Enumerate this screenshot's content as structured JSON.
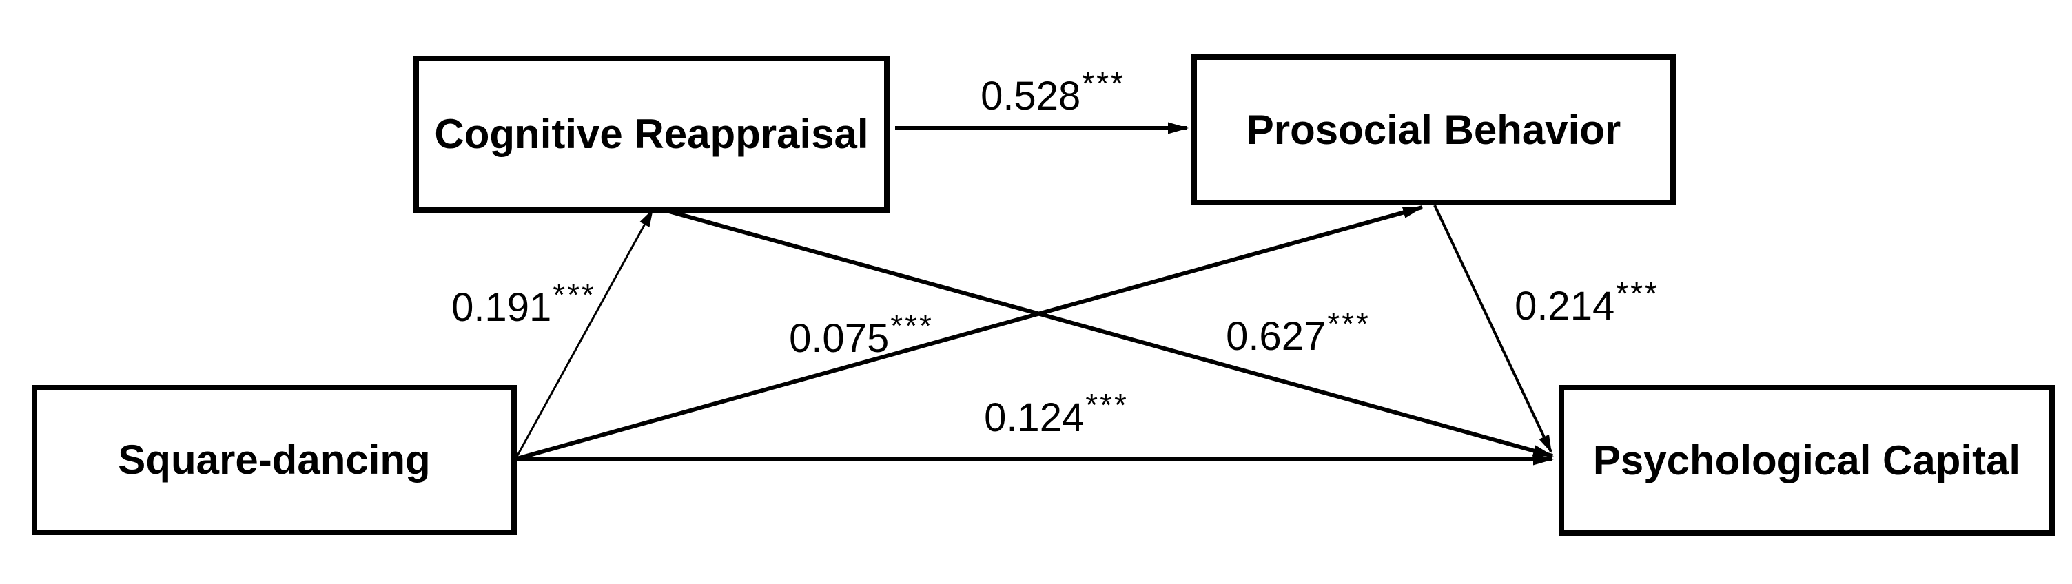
{
  "figure": {
    "type": "path-model-diagram",
    "background_color": "#ffffff",
    "line_color": "#000000"
  },
  "nodes": [
    {
      "id": "square-dancing",
      "label": "Square-dancing"
    },
    {
      "id": "cognitive-reappraisal",
      "label": "Cognitive Reappraisal"
    },
    {
      "id": "prosocial-behavior",
      "label": "Prosocial Behavior"
    },
    {
      "id": "psychological-capital",
      "label": "Psychological Capital"
    }
  ],
  "edges": [
    {
      "from": "Cognitive Reappraisal",
      "to": "Prosocial Behavior",
      "coefficient": "0.528",
      "significance": "***"
    },
    {
      "from": "Square-dancing",
      "to": "Cognitive Reappraisal",
      "coefficient": "0.191",
      "significance": "***"
    },
    {
      "from": "Square-dancing",
      "to": "Prosocial Behavior",
      "coefficient": "0.075",
      "significance": "***"
    },
    {
      "from": "Cognitive Reappraisal",
      "to": "Psychological Capital",
      "coefficient": "0.627",
      "significance": "***"
    },
    {
      "from": "Prosocial Behavior",
      "to": "Psychological Capital",
      "coefficient": "0.214",
      "significance": "***"
    },
    {
      "from": "Square-dancing",
      "to": "Psychological Capital",
      "coefficient": "0.124",
      "significance": "***"
    }
  ]
}
